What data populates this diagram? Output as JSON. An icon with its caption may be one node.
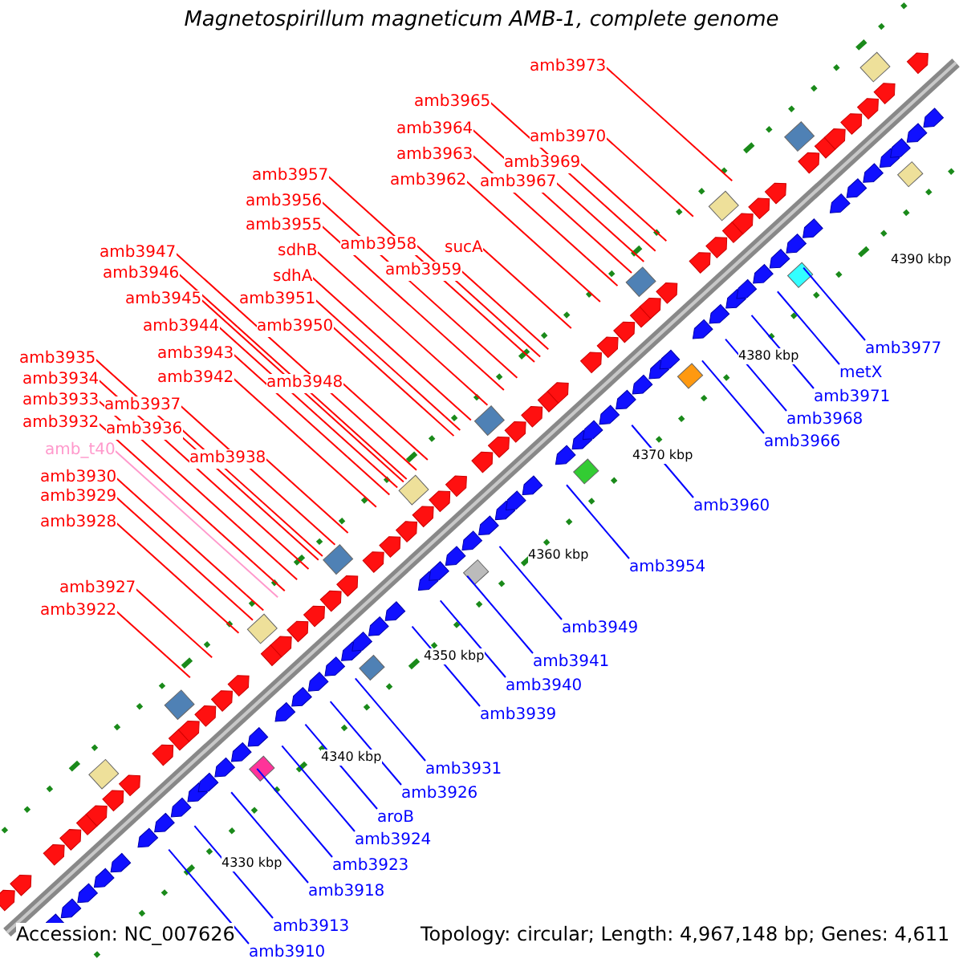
{
  "diagram": {
    "title": "Magnetospirillum magneticum AMB-1, complete genome",
    "nodes": [
      {
        "text": [
          "amb3973"
        ]
      },
      {
        "text": [
          "amb3965"
        ]
      },
      {
        "text": [
          "amb3964"
        ]
      },
      {
        "text": [
          "amb3970"
        ]
      },
      {
        "text": [
          "amb3963"
        ]
      },
      {
        "text": [
          "amb3969"
        ]
      },
      {
        "text": [
          "amb3957"
        ]
      },
      {
        "text": [
          "amb3962"
        ]
      },
      {
        "text": [
          "amb3967"
        ]
      },
      {
        "text": [
          "amb3956"
        ]
      },
      {
        "text": [
          "amb3955"
        ]
      },
      {
        "text": [
          "amb3958"
        ]
      },
      {
        "text": [
          "sucA"
        ]
      },
      {
        "text": [
          "amb3947"
        ]
      },
      {
        "text": [
          "sdhB"
        ]
      },
      {
        "text": [
          "amb3959"
        ]
      },
      {
        "text": [
          "amb3946"
        ]
      },
      {
        "text": [
          "sdhA"
        ]
      },
      {
        "text": [
          "amb3945"
        ]
      },
      {
        "text": [
          "amb3951"
        ]
      },
      {
        "text": [
          "amb3944"
        ]
      },
      {
        "text": [
          "amb3950"
        ]
      },
      {
        "text": [
          "amb3977"
        ]
      },
      {
        "text": [
          "amb3943"
        ]
      },
      {
        "text": [
          "amb3935"
        ]
      },
      {
        "text": [
          "metX"
        ]
      },
      {
        "text": [
          "amb3942"
        ]
      },
      {
        "text": [
          "amb3934"
        ]
      },
      {
        "text": [
          "amb3948"
        ]
      },
      {
        "text": [
          "amb3971"
        ]
      },
      {
        "text": [
          "amb3933"
        ]
      },
      {
        "text": [
          "amb3937"
        ]
      },
      {
        "text": [
          "amb3968"
        ]
      },
      {
        "text": [
          "amb3932"
        ]
      },
      {
        "text": [
          "amb3936"
        ]
      },
      {
        "text": [
          "amb3966"
        ]
      },
      {
        "text": [
          "amb_t40"
        ]
      },
      {
        "text": [
          "amb3938"
        ]
      },
      {
        "text": [
          "amb3930"
        ]
      },
      {
        "text": [
          "amb3929"
        ]
      },
      {
        "text": [
          "amb3960"
        ]
      },
      {
        "text": [
          "amb3928"
        ]
      },
      {
        "text": [
          "amb3954"
        ]
      },
      {
        "text": [
          "amb3927"
        ]
      },
      {
        "text": [
          "amb3922"
        ]
      },
      {
        "text": [
          "amb3949"
        ]
      },
      {
        "text": [
          "amb3941"
        ]
      },
      {
        "text": [
          "amb3940"
        ]
      },
      {
        "text": [
          "amb3939"
        ]
      },
      {
        "text": [
          "amb3931"
        ]
      },
      {
        "text": [
          "amb3926"
        ]
      },
      {
        "text": [
          "aroB"
        ]
      },
      {
        "text": [
          "amb3924"
        ]
      },
      {
        "text": [
          "amb3923"
        ]
      },
      {
        "text": [
          "amb3918"
        ]
      },
      {
        "text": [
          "amb3913"
        ]
      },
      {
        "text": [
          "amb3910"
        ]
      }
    ],
    "edges": [
      {
        "from": 0,
        "to": null,
        "arrow": "none"
      },
      {
        "from": 1,
        "to": null,
        "arrow": "none"
      },
      {
        "from": 2,
        "to": null,
        "arrow": "none"
      },
      {
        "from": 3,
        "to": null,
        "arrow": "none"
      },
      {
        "from": 4,
        "to": null,
        "arrow": "none"
      },
      {
        "from": 5,
        "to": null,
        "arrow": "none"
      },
      {
        "from": 6,
        "to": null,
        "arrow": "none"
      },
      {
        "from": 7,
        "to": null,
        "arrow": "none"
      },
      {
        "from": 8,
        "to": null,
        "arrow": "none"
      },
      {
        "from": 9,
        "to": null,
        "arrow": "none"
      },
      {
        "from": 10,
        "to": null,
        "arrow": "none"
      },
      {
        "from": 11,
        "to": null,
        "arrow": "none"
      },
      {
        "from": 12,
        "to": null,
        "arrow": "none"
      },
      {
        "from": 13,
        "to": null,
        "arrow": "none"
      },
      {
        "from": 14,
        "to": null,
        "arrow": "none"
      },
      {
        "from": 15,
        "to": null,
        "arrow": "none"
      },
      {
        "from": 16,
        "to": null,
        "arrow": "none"
      },
      {
        "from": 17,
        "to": null,
        "arrow": "none"
      },
      {
        "from": 18,
        "to": null,
        "arrow": "none"
      },
      {
        "from": 19,
        "to": null,
        "arrow": "none"
      },
      {
        "from": 20,
        "to": null,
        "arrow": "none"
      },
      {
        "from": 21,
        "to": null,
        "arrow": "none"
      },
      {
        "from": 22,
        "to": null,
        "arrow": "none",
        "color": "#0000ff"
      },
      {
        "from": 23,
        "to": null,
        "arrow": "none"
      },
      {
        "from": 24,
        "to": null,
        "arrow": "none"
      },
      {
        "from": 25,
        "to": null,
        "arrow": "none",
        "color": "#0000ff"
      },
      {
        "from": 26,
        "to": null,
        "arrow": "none"
      },
      {
        "from": 27,
        "to": null,
        "arrow": "none"
      },
      {
        "from": 28,
        "to": null,
        "arrow": "none"
      },
      {
        "from": 29,
        "to": null,
        "arrow": "none",
        "color": "#0000ff"
      },
      {
        "from": 30,
        "to": null,
        "arrow": "none"
      },
      {
        "from": 31,
        "to": null,
        "arrow": "none"
      },
      {
        "from": 32,
        "to": null,
        "arrow": "none",
        "color": "#0000ff"
      },
      {
        "from": 33,
        "to": null,
        "arrow": "none"
      },
      {
        "from": 34,
        "to": null,
        "arrow": "none"
      },
      {
        "from": 35,
        "to": null,
        "arrow": "none",
        "color": "#0000ff"
      },
      {
        "from": 36,
        "to": null,
        "arrow": "none",
        "color": "#ff99cc"
      },
      {
        "from": 37,
        "to": null,
        "arrow": "none"
      },
      {
        "from": 38,
        "to": null,
        "arrow": "none"
      },
      {
        "from": 39,
        "to": null,
        "arrow": "none"
      },
      {
        "from": 40,
        "to": null,
        "arrow": "none",
        "color": "#0000ff"
      },
      {
        "from": 41,
        "to": null,
        "arrow": "none"
      },
      {
        "from": 42,
        "to": null,
        "arrow": "none",
        "color": "#0000ff"
      },
      {
        "from": 43,
        "to": null,
        "arrow": "none"
      },
      {
        "from": 44,
        "to": null,
        "arrow": "none"
      },
      {
        "from": 45,
        "to": null,
        "arrow": "none",
        "color": "#0000ff"
      },
      {
        "from": 46,
        "to": null,
        "arrow": "none",
        "color": "#0000ff"
      },
      {
        "from": 47,
        "to": null,
        "arrow": "none",
        "color": "#0000ff"
      },
      {
        "from": 48,
        "to": null,
        "arrow": "none",
        "color": "#0000ff"
      },
      {
        "from": 49,
        "to": null,
        "arrow": "none",
        "color": "#0000ff"
      },
      {
        "from": 50,
        "to": null,
        "arrow": "none",
        "color": "#0000ff"
      },
      {
        "from": 51,
        "to": null,
        "arrow": "none",
        "color": "#0000ff"
      },
      {
        "from": 52,
        "to": null,
        "arrow": "none",
        "color": "#0000ff"
      },
      {
        "from": 53,
        "to": null,
        "arrow": "none",
        "color": "#0000ff"
      },
      {
        "from": 54,
        "to": null,
        "arrow": "none",
        "color": "#0000ff"
      },
      {
        "from": 55,
        "to": null,
        "arrow": "none",
        "color": "#0000ff"
      },
      {
        "from": 56,
        "to": null,
        "arrow": "none",
        "color": "#0000ff"
      }
    ],
    "labels": [
      "4390 kbp",
      "4380 kbp",
      "4370 kbp",
      "4360 kbp",
      "4350 kbp",
      "4340 kbp",
      "4330 kbp",
      "Accession: NC_007626",
      "Topology: circular; Length: 4,967,148 bp; Genes: 4,611"
    ]
  }
}
